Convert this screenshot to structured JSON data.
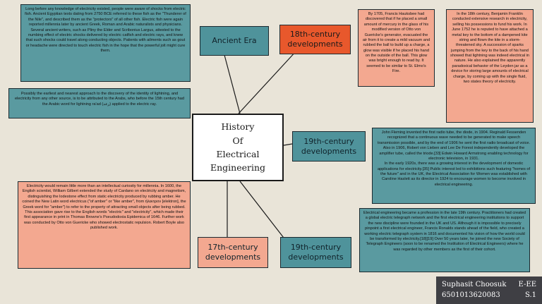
{
  "center": {
    "lines": [
      "History",
      "Of",
      "Electrical",
      "Engineering"
    ]
  },
  "labels": {
    "ancient": "Ancient Era",
    "c18_line1": "18th-century",
    "c18_line2": "developments",
    "c19a_line1": "19th-century",
    "c19a_line2": "developments",
    "c17_line1": "17th-century",
    "c17_line2": "developments",
    "c19b_line1": "19th-century",
    "c19b_line2": "developments"
  },
  "texts": {
    "ancient_fish": "Long before any knowledge of electricity existed, people were aware of shocks from electric fish. Ancient Egyptian texts dating from 2750 BCE referred to these fish as the \"Thunderer of the Nile\", and described them as the \"protectors\" of all other fish. Electric fish were again reported millennia later by ancient Greek, Roman and Arabic naturalists and physicians. Several ancient writers, such as Pliny the Elder and Scribonius Largus, attested to the numbing effect of electric shocks delivered by electric catfish and electric rays, and knew that such shocks could travel along conducting objects. Patients with ailments such as gout or headache were directed to touch electric fish in the hope that the powerful jolt might cure them.",
    "ancient_arabs": "Possibly the earliest and nearest approach to the discovery of the identity of lightning, and electricity from any other source, is to be attributed to the Arabs, who before the 15th century had the Arabic word for lightning ra'ad (رعد) applied to the electric ray.",
    "hauksbee": "By 1705, Francis Hauksbee had discovered that if he placed a small amount of mercury in the glass of his modified version of Otto von Guericke's generator, evacuated the air from it to create a mild vacuum and rubbed the ball to build up a charge, a glow was visible if he placed his hand on the outside of the ball. This glow was bright enough to read by. It seemed to be similar to St. Elmo's Fire.",
    "franklin": "In the 18th century, Benjamin Franklin conducted extensive research in electricity, selling his possessions to fund his work. In June 1752 he is reputed to have attached a metal key to the bottom of a dampened kite string and flown the kite in a storm-threatened sky. A succession of sparks jumping from the key to the back of his hand showed that lightning was indeed electrical in nature. He also explained the apparently paradoxical behavior of the Leyden jar as a device for storing large amounts of electrical charge, by coming up with the single fluid, two states theory of electricity.",
    "fleming": "John Fleming invented the first radio tube, the diode, in 1904. Reginald Fessenden recognized that a continuous wave needed to be generated to make speech transmission possible, and by the end of 1906 he sent the first radio broadcast of voice. Also in 1906, Robert von Lieben and Lee De Forest independently developed the amplifier tube, called the triode.[33] Edwin Howard Armstrong enabling technology for electronic television, in 1931.\nIn the early 1920s, there was a growing interest in the development of domestic applications for electricity.[35] Public interest led to exhibitions such featuring \"homes of the future\" and in the UK, the Electrical Association for Women was established with Caroline Haslett as its director in 1924 to encourage women to become involved in electrical engineering.",
    "gilbert": "Electricity would remain little more than an intellectual curiosity for millennia. In 1600, the English scientist, William Gilbert extended the study of Cardano on electricity and magnetism, distinguishing the lodestone effect from static electricity produced by rubbing amber. He coined the New Latin word electricus (\"of amber\" or \"like amber\", from ήλεκτρον [elektron], the Greek word for \"amber\") to refer to the property of attracting small objects after being rubbed. This association gave rise to the English words \"electric\" and \"electricity\", which made their first appearance in print in Thomas Browne's Pseudodoxia Epidemica of 1646. Further work was conducted by Otto von Guericke who showed electrostatic repulsion. Robert Boyle also published work.",
    "profession": "Electrical engineering became a profession in the late 19th century. Practitioners had created a global electric telegraph network and the first electrical engineering institutions to support the new discipline were founded in the UK and US. Although it is impossible to precisely pinpoint a first electrical engineer, Francis Ronalds stands ahead of the field, who created a working electric telegraph system in 1816 and documented his vision of how the world could be transformed by electricity.[18][19] Over 50 years later, he joined the new Society of Telegraph Engineers (soon to be renamed the Institution of Electrical Engineers) where he was regarded by other members as the first of their cohort."
  },
  "credit": {
    "name": "Suphasit Choosuk",
    "dept": "E-EE",
    "id": "6501013620083",
    "section": "S.1"
  },
  "colors": {
    "background": "#e9e4d8",
    "teal": "#5a9aa0",
    "salmon": "#f3a890",
    "orange": "#e8582c",
    "credit": "#3f3f44"
  }
}
